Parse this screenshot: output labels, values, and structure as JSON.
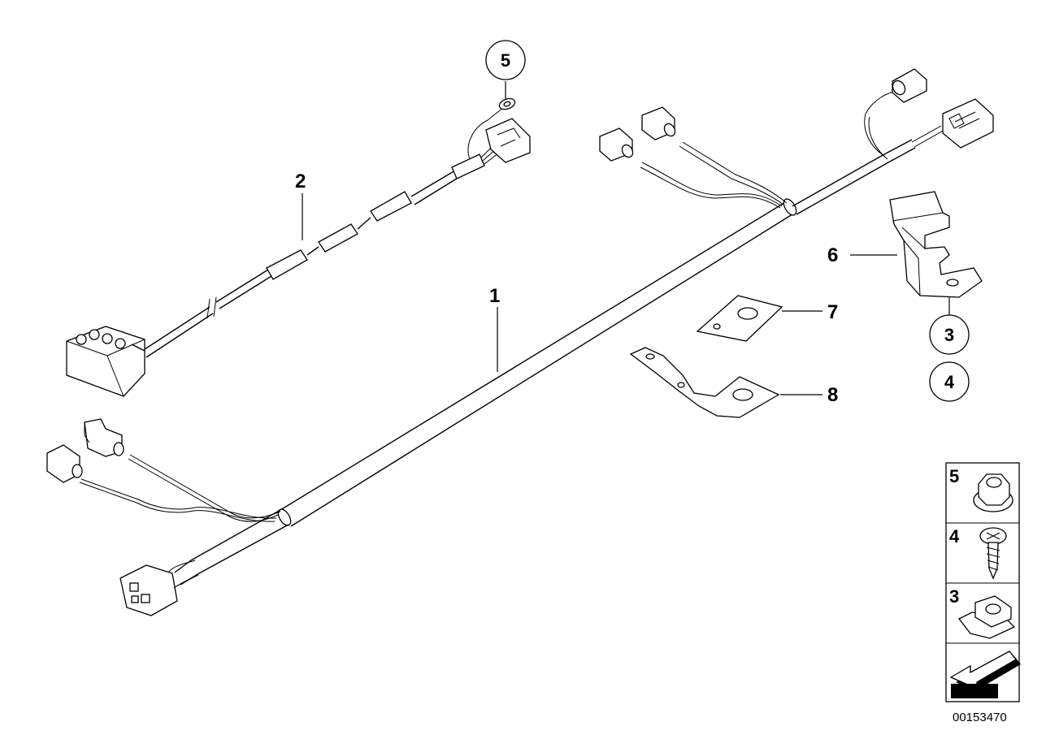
{
  "callouts": [
    {
      "label": "1"
    },
    {
      "label": "2"
    },
    {
      "label": "5"
    },
    {
      "label": "6"
    },
    {
      "label": "7"
    },
    {
      "label": "8"
    },
    {
      "label": "3"
    },
    {
      "label": "4"
    }
  ],
  "legend": [
    {
      "label": "5",
      "icon": "collar-nut-icon"
    },
    {
      "label": "4",
      "icon": "screw-icon"
    },
    {
      "label": "3",
      "icon": "clip-nut-icon"
    },
    {
      "label": "",
      "icon": "arrow-icon"
    }
  ],
  "drawing_id": "00153470"
}
